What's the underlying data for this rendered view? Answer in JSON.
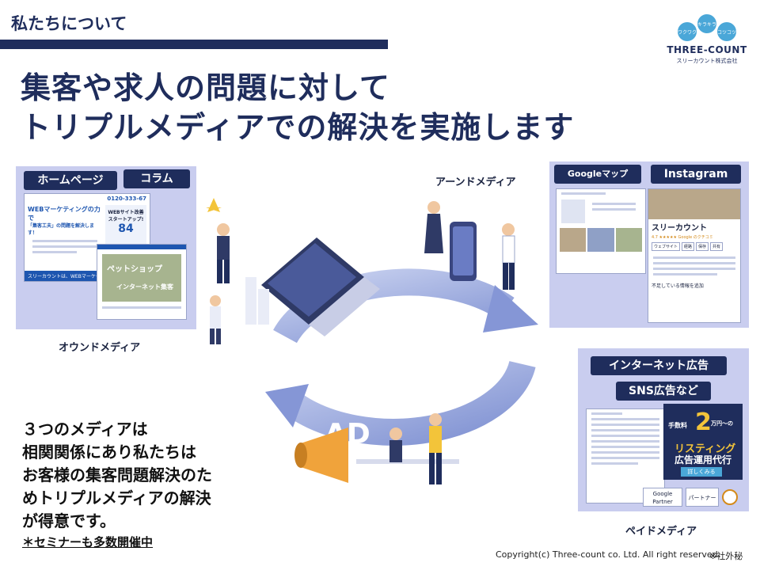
{
  "header": {
    "section_title": "私たちについて",
    "logo_name": "THREE-COUNT",
    "logo_sub": "スリーカウント株式会社",
    "logo_circles": [
      "ワクワク",
      "キラキラ",
      "コツコツ"
    ]
  },
  "headline": {
    "line1": "集客や求人の問題に対して",
    "line2": "トリプルメディアでの解決を実施します"
  },
  "owned": {
    "pill_homepage": "ホームページ",
    "pill_column": "コラム",
    "label": "オウンドメディア",
    "shot_phone": "0120-333-67",
    "shot_headline1": "WEBマーケティングの力で",
    "shot_headline2": "「集客工夫」の問題を解決します！",
    "shot_side1": "WEBサイト改善",
    "shot_side2": "スタートアップ!",
    "shot_side_num": "84",
    "shot_footer": "スリーカウントは、WEBマーケティングで",
    "shot2_title1": "ペットショップ",
    "shot2_title2": "インターネット集客"
  },
  "earned": {
    "label": "アーンドメディア",
    "pill_google": "Googleマップ",
    "pill_instagram": "Instagram",
    "shot_company": "スリーカウント",
    "shot_rating": "4.7 ★★★★★ Google のクチコミ",
    "shot_tabs": [
      "ウェブサイト",
      "経路",
      "保存",
      "共有"
    ],
    "shot_note": "不足している情報を追加"
  },
  "paid": {
    "pill_internet_ad": "インターネット広告",
    "pill_sns_ad": "SNS広告など",
    "label": "ペイドメディア",
    "ad_fee_label": "手数料",
    "ad_fee_value": "2",
    "ad_fee_unit": "万円〜の",
    "ad_line1": "リスティング",
    "ad_line2": "広告運用代行",
    "ad_cta": "詳しくみる",
    "badge_google": "Google Partner",
    "badge_yahoo": "パートナー"
  },
  "illustration": {
    "ad_text": "AD"
  },
  "body": {
    "lines": [
      "３つのメディアは",
      "相関関係にあり私たちは",
      "お客様の集客問題解決のた",
      "めトリプルメディアの解決",
      "が得意です。"
    ],
    "seminar": "＊セミナーも多数開催中"
  },
  "footer": {
    "copyright": "Copyright(c) Three-count co. Ltd. All right reserved.",
    "confidential": "※社外秘"
  },
  "colors": {
    "navy": "#1f2d5c",
    "panel": "#c9cdef",
    "cycle": "#93a2d8",
    "accent_orange": "#f0a33b",
    "accent_yellow": "#f3c43a"
  }
}
